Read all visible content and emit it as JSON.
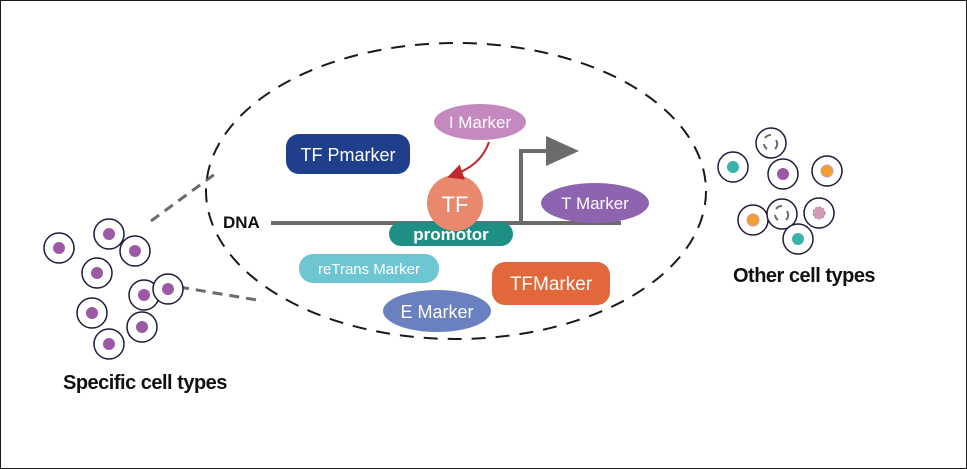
{
  "labels": {
    "dna": "DNA",
    "tf": "TF",
    "promotor": "promotor",
    "tf_pmarker": "TF Pmarker",
    "i_marker": "I Marker",
    "t_marker": "T Marker",
    "retrans_marker": "reTrans Marker",
    "tfmarker": "TFMarker",
    "e_marker": "E Marker",
    "specific_cell_types": "Specific cell types",
    "other_cell_types": "Other cell types"
  },
  "colors": {
    "tf_pmarker": "#1f3f8c",
    "i_marker": "#c48ac0",
    "i_marker_arrow": "#c0282d",
    "tf": "#e8896d",
    "promotor": "#1f8f86",
    "t_marker": "#8e63b0",
    "retrans_marker": "#6fc6d3",
    "tfmarker": "#e2673a",
    "e_marker": "#6a80c0",
    "dna_line": "#6b6b6b",
    "cell_outline": "#1c1c3a",
    "nucleus_purple": "#9c5aa6",
    "nucleus_teal": "#3bb3ad",
    "nucleus_orange": "#f0a030",
    "nucleus_pink": "#d39bb4"
  },
  "icons": {
    "transcription_arrow": "arrow-right",
    "cell": "cell-with-nucleus"
  }
}
